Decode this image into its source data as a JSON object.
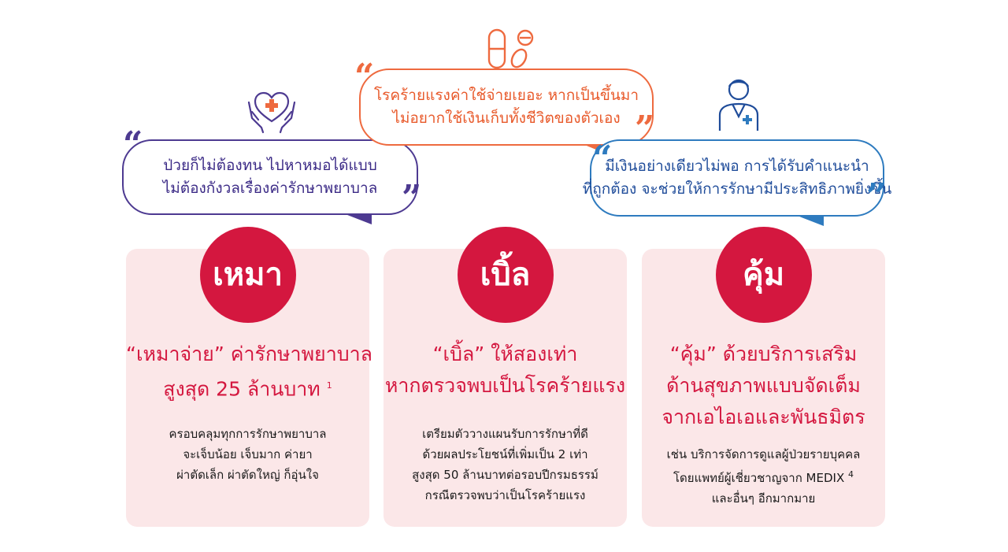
{
  "bubbles": {
    "left": {
      "line1": "ป่วยก็ไม่ต้องทน ไปหาหมอได้แบบ",
      "line2": "ไม่ต้องกังวลเรื่องค่ารักษาพยาบาล"
    },
    "center": {
      "line1": "โรคร้ายแรงค่าใช้จ่ายเยอะ หากเป็นขึ้นมา",
      "line2": "ไม่อยากใช้เงินเก็บทั้งชีวิตของตัวเอง"
    },
    "right": {
      "line1": "มีเงินอย่างเดียวไม่พอ การได้รับคำแนะนำ",
      "line2": "ที่ถูกต้อง จะช่วยให้การรักษามีประสิทธิภาพยิ่งขึ้น"
    },
    "open_quote": "“",
    "close_quote": "”"
  },
  "cards": [
    {
      "badge": "เหมา",
      "headline": [
        "“เหมาจ่าย” ค่ารักษาพยาบาล",
        "สูงสุด 25 ล้านบาท"
      ],
      "footnote": "1",
      "body": [
        "ครอบคลุมทุกการรักษาพยาบาล",
        "จะเจ็บน้อย เจ็บมาก ค่ายา",
        "ผ่าตัดเล็ก ผ่าตัดใหญ่ ก็อุ่นใจ"
      ]
    },
    {
      "badge": "เบิ้ล",
      "headline": [
        "“เบิ้ล” ให้สองเท่า",
        "หากตรวจพบเป็นโรคร้ายแรง"
      ],
      "body": [
        "เตรียมตัววางแผนรับการรักษาที่ดี",
        "ด้วยผลประโยชน์ที่เพิ่มเป็น 2 เท่า",
        "สูงสุด 50 ล้านบาทต่อรอบปีกรมธรรม์",
        "กรณีตรวจพบว่าเป็นโรคร้ายแรง"
      ]
    },
    {
      "badge": "คุ้ม",
      "headline": [
        "“คุ้ม” ด้วยบริการเสริม",
        "ด้านสุขภาพแบบจัดเต็ม",
        "จากเอไอเอและพันธมิตร"
      ],
      "footnote": "4",
      "body": [
        "เช่น บริการจัดการดูแลผู้ป่วยรายบุคคล",
        "โดยแพทย์ผู้เชี่ยวชาญจาก MEDIX",
        "และอื่นๆ อีกมากมาย"
      ]
    }
  ],
  "icons": [
    "heart-hands-icon",
    "pills-icon",
    "doctor-icon"
  ],
  "colors": {
    "purple": "#4d3a91",
    "orange": "#ee6a3f",
    "blue": "#2e7bbf",
    "red": "#d4173f",
    "card_bg": "#fbe7e8"
  }
}
